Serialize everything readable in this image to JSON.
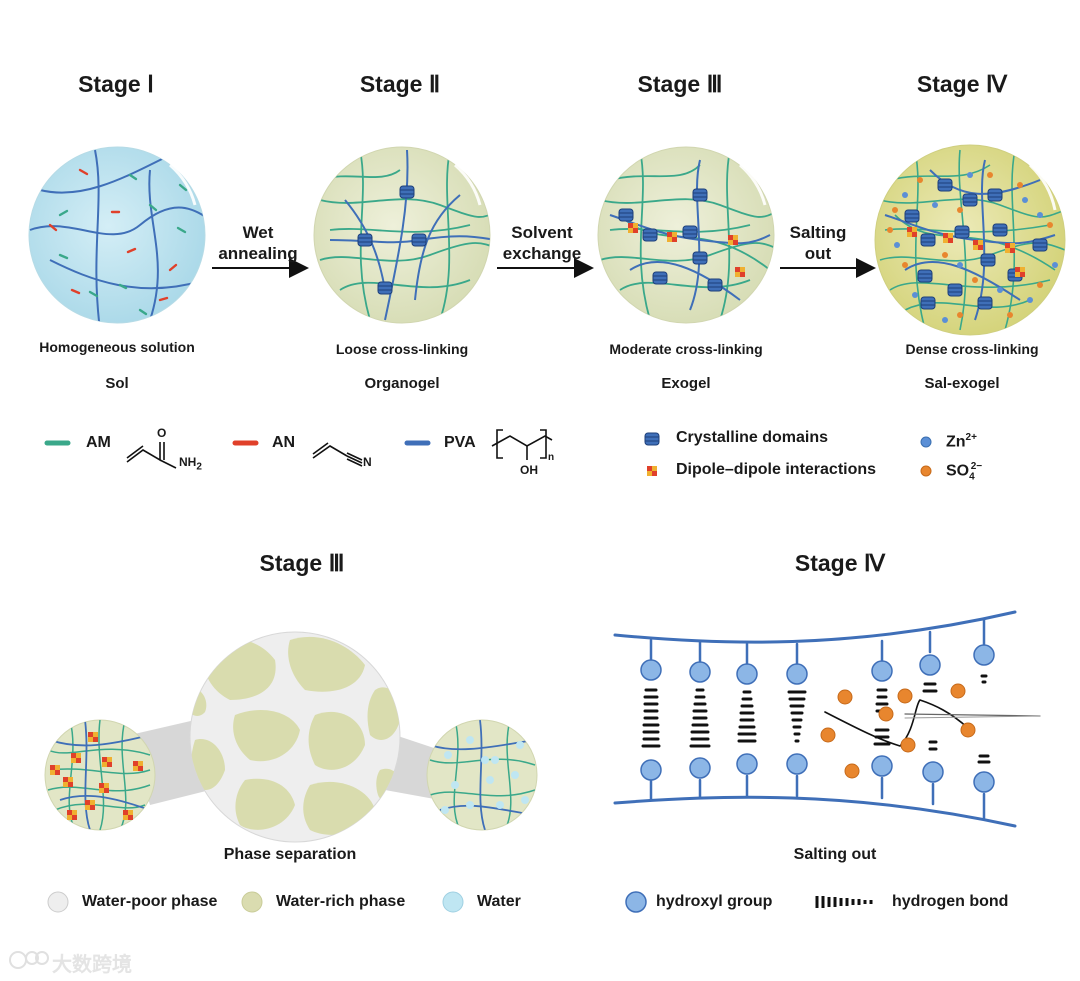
{
  "stages": [
    {
      "title": "Stage Ⅰ",
      "caption": "Homogeneous solution",
      "phase": "Sol"
    },
    {
      "title": "Stage Ⅱ",
      "caption": "Loose cross-linking",
      "phase": "Organogel"
    },
    {
      "title": "Stage Ⅲ",
      "caption": "Moderate cross-linking",
      "phase": "Exogel"
    },
    {
      "title": "Stage Ⅳ",
      "caption": "Dense cross-linking",
      "phase": "Sal-exogel"
    }
  ],
  "arrows": [
    {
      "line1": "Wet",
      "line2": "annealing"
    },
    {
      "line1": "Solvent",
      "line2": "exchange"
    },
    {
      "line1": "Salting",
      "line2": "out"
    }
  ],
  "legend": {
    "am": "AM",
    "an": "AN",
    "pva": "PVA",
    "crystalline": "Crystalline domains",
    "dipole": "Dipole–dipole interactions",
    "zn": "Zn",
    "zn_charge": "2+",
    "so4": "SO",
    "so4_sub": "4",
    "so4_charge": "2−",
    "am_nh2": "NH",
    "am_nh2_sub": "2",
    "an_n": "N",
    "pva_oh": "OH",
    "pva_n": "n"
  },
  "bottom_left": {
    "title": "Stage Ⅲ",
    "caption": "Phase separation",
    "legend": [
      "Water-poor phase",
      "Water-rich phase",
      "Water"
    ]
  },
  "bottom_right": {
    "title": "Stage Ⅳ",
    "caption": "Salting out",
    "legend": [
      "hydroxyl group",
      "hydrogen bond"
    ]
  },
  "watermark": "大数跨境",
  "colors": {
    "am": "#3aa88a",
    "an": "#e0402a",
    "pva": "#3f6fb8",
    "sol_bg": "#bfe3ee",
    "gel_bg": "#e2e6c6",
    "sal_bg": "#dede8c",
    "hydroxyl": "#8cb6e6",
    "sulfate": "#e8862e",
    "water_rich": "#dadcb0",
    "water_poor": "#eeeeee",
    "water": "#bfe6f2"
  }
}
